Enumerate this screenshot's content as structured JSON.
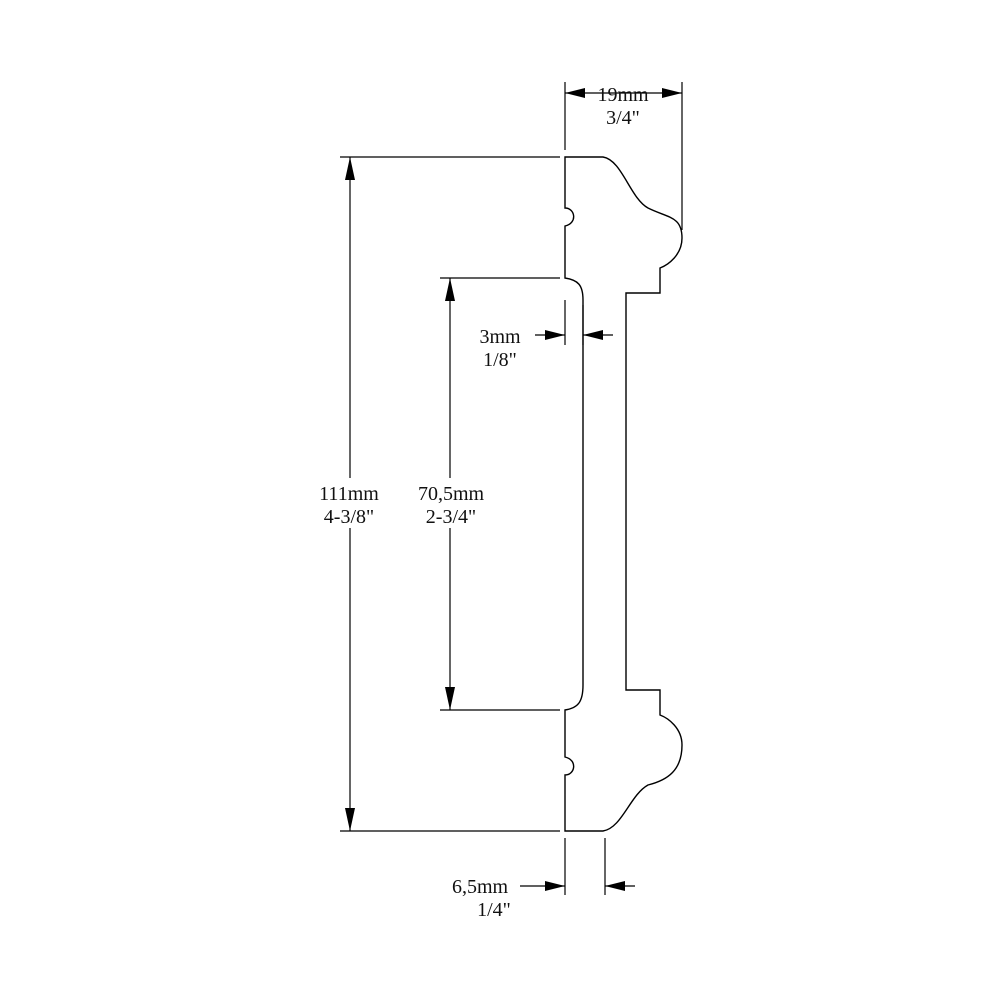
{
  "dimensions": {
    "width_top": {
      "metric": "19mm",
      "imperial": "3/4\""
    },
    "relief": {
      "metric": "3mm",
      "imperial": "1/8\""
    },
    "total_height": {
      "metric": "111mm",
      "imperial": "4-3/8\""
    },
    "inner_height": {
      "metric": "70,5mm",
      "imperial": "2-3/4\""
    },
    "web_thickness": {
      "metric": "6,5mm",
      "imperial": "1/4\""
    }
  }
}
